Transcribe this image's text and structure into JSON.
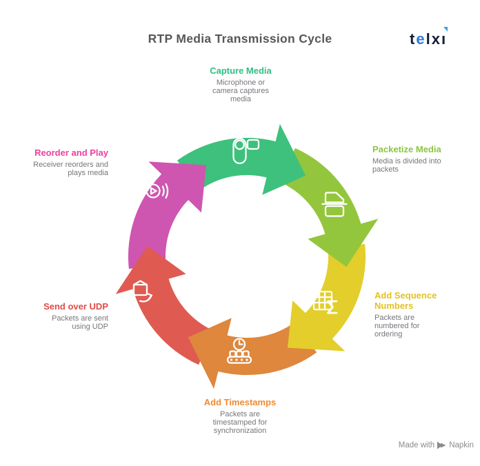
{
  "title": "RTP Media Transmission Cycle",
  "brand": {
    "text": "telxi",
    "t": "t",
    "e": "e",
    "lx": "lx",
    "i": "ı",
    "accent_color": "#2e7bd6",
    "dark_color": "#131d38",
    "triangle_color": "#2ea7e0"
  },
  "credit": {
    "prefix": "Made with",
    "name": "Napkin"
  },
  "cycle": {
    "direction": "clockwise",
    "steps": [
      {
        "label": "Capture Media",
        "description": "Microphone or\ncamera captures\nmedia",
        "label_color": "#2ebd85",
        "arrow_color": "#3dc17c",
        "icon": "camcorder-icon"
      },
      {
        "label": "Packetize Media",
        "description": "Media is divided into\npackets",
        "label_color": "#8cc63e",
        "arrow_color": "#94c63d",
        "icon": "split-document-icon"
      },
      {
        "label": "Add Sequence\nNumbers",
        "description": "Packets are\nnumbered for\nordering",
        "label_color": "#e2c31d",
        "arrow_color": "#e3ce2b",
        "icon": "table-sum-icon"
      },
      {
        "label": "Add Timestamps",
        "description": "Packets are\ntimestamped for\nsynchronization",
        "label_color": "#ed8b33",
        "arrow_color": "#de873d",
        "icon": "clock-conveyor-icon"
      },
      {
        "label": "Send over UDP",
        "description": "Packets are sent\nusing UDP",
        "label_color": "#e04b47",
        "arrow_color": "#df5b52",
        "icon": "package-send-icon"
      },
      {
        "label": "Reorder and Play",
        "description": "Receiver reorders and\nplays media",
        "label_color": "#ed3f9f",
        "arrow_color": "#ce56b0",
        "icon": "broadcast-play-icon"
      }
    ]
  }
}
